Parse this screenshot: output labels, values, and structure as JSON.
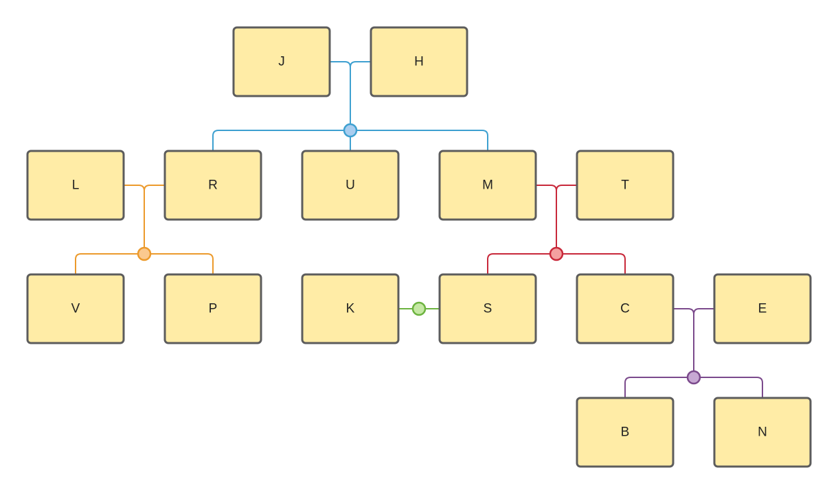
{
  "nodes": [
    {
      "id": "J",
      "label": "J"
    },
    {
      "id": "H",
      "label": "H"
    },
    {
      "id": "L",
      "label": "L"
    },
    {
      "id": "R",
      "label": "R"
    },
    {
      "id": "U",
      "label": "U"
    },
    {
      "id": "M",
      "label": "M"
    },
    {
      "id": "T",
      "label": "T"
    },
    {
      "id": "V",
      "label": "V"
    },
    {
      "id": "P",
      "label": "P"
    },
    {
      "id": "K",
      "label": "K"
    },
    {
      "id": "S",
      "label": "S"
    },
    {
      "id": "C",
      "label": "C"
    },
    {
      "id": "E",
      "label": "E"
    },
    {
      "id": "B",
      "label": "B"
    },
    {
      "id": "N",
      "label": "N"
    }
  ],
  "unions": [
    {
      "id": "u1",
      "partners": [
        "J",
        "H"
      ],
      "children": [
        "R",
        "U",
        "M"
      ],
      "color": "#3ea0d0",
      "fill": "#a9cdef"
    },
    {
      "id": "u2",
      "partners": [
        "L",
        "R"
      ],
      "children": [
        "V",
        "P"
      ],
      "color": "#ec9a2c",
      "fill": "#fbc98f"
    },
    {
      "id": "u3",
      "partners": [
        "M",
        "T"
      ],
      "children": [
        "S",
        "C"
      ],
      "color": "#c8283a",
      "fill": "#f4a0a0"
    },
    {
      "id": "u4",
      "partners": [
        "K",
        "S"
      ],
      "children": [],
      "color": "#6cb33f",
      "fill": "#c5e8a4"
    },
    {
      "id": "u5",
      "partners": [
        "C",
        "E"
      ],
      "children": [
        "B",
        "N"
      ],
      "color": "#7b4a8c",
      "fill": "#c7a8d3"
    }
  ]
}
